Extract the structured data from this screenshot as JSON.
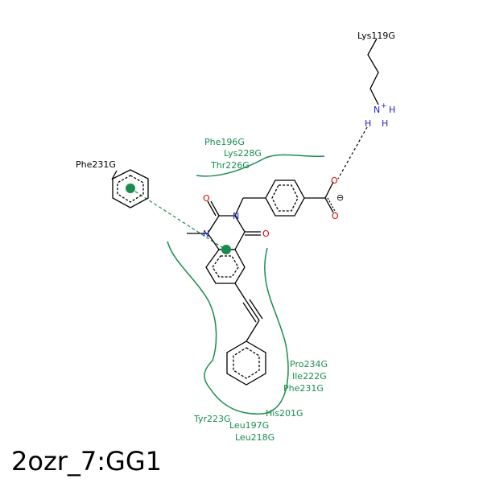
{
  "title": "2ozr_7:GG1",
  "residues": {
    "lys119": "Lys119G",
    "phe231_pi": "Phe231G",
    "upper_group": [
      "Phe196G",
      "Lys228G",
      "Thr226G"
    ],
    "right_group": [
      "Pro234G",
      "Ile222G",
      "Phe231G"
    ],
    "his201": "His201G",
    "lower_group": [
      "Tyr223G",
      "Leu197G",
      "Leu218G"
    ]
  },
  "atoms": {
    "n": "N",
    "o": "O",
    "h": "H",
    "plus": "+",
    "minus": "⊖"
  },
  "colors": {
    "hydrophobic": "#1a8c4e",
    "nitrogen": "#2222cc",
    "oxygen": "#dd0000",
    "bond": "#000000"
  }
}
